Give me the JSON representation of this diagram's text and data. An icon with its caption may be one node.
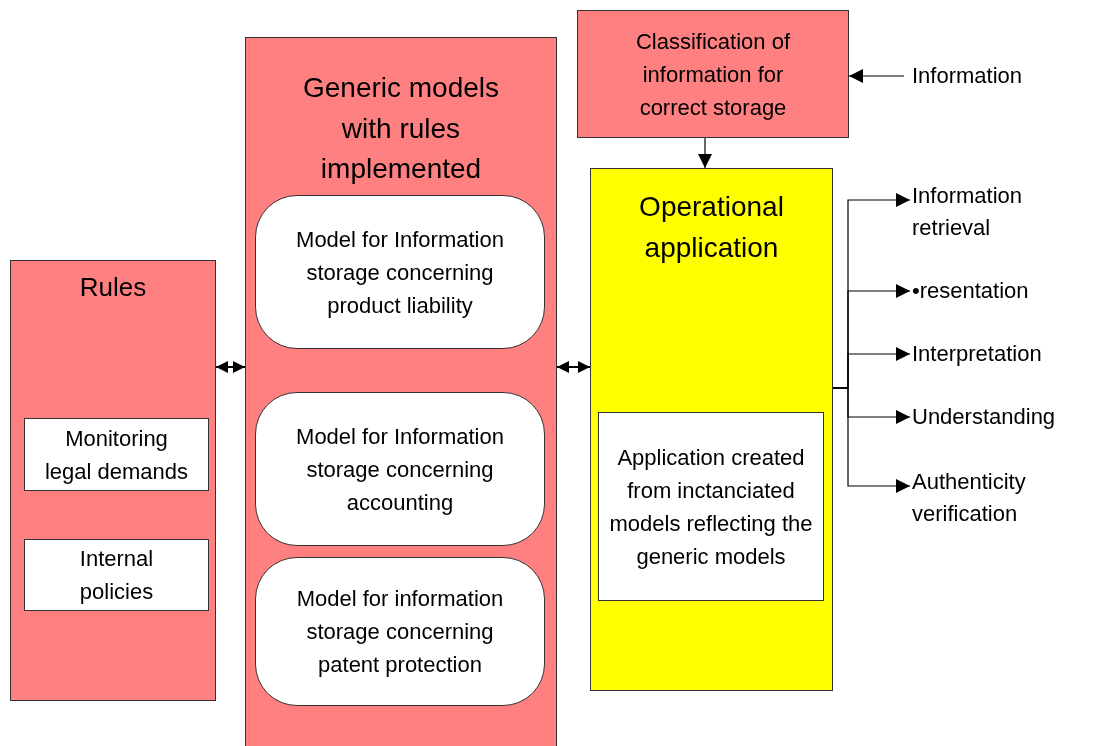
{
  "diagram": {
    "nodes": [
      {
        "text": [
          "Rules"
        ]
      },
      {
        "text": [
          "Monitoring legal demands"
        ],
        "in": 0
      },
      {
        "text": [
          "Internal policies"
        ],
        "in": 0
      },
      {
        "text": [
          "Generic models with rules implemented"
        ]
      },
      {
        "text": [
          "Model for Information storage concerning product liability"
        ],
        "in": 3
      },
      {
        "text": [
          "Model for Information storage concerning accounting"
        ],
        "in": 3
      },
      {
        "text": [
          "Model for information storage concerning patent protection"
        ],
        "in": 3
      },
      {
        "text": [
          "Classification of information for correct storage"
        ]
      },
      {
        "text": [
          "Information"
        ]
      },
      {
        "text": [
          "Operational application"
        ]
      },
      {
        "text": [
          "Application created from inctanciated models reflecting the generic models"
        ],
        "in": 9
      },
      {
        "text": [
          "Information retrieval"
        ]
      },
      {
        "text": [
          "•resentation"
        ]
      },
      {
        "text": [
          "Interpretation"
        ]
      },
      {
        "text": [
          "Understanding"
        ]
      },
      {
        "text": [
          "Authenticity verification"
        ]
      }
    ],
    "edges": [
      {
        "from": 0,
        "to": 3,
        "arrow": "both"
      },
      {
        "from": 3,
        "to": 9,
        "arrow": "both"
      },
      {
        "from": 8,
        "to": 7,
        "arrow": "to"
      },
      {
        "from": 7,
        "to": 9,
        "arrow": "to"
      },
      {
        "from": 9,
        "to": 11,
        "arrow": "to"
      },
      {
        "from": 9,
        "to": 12,
        "arrow": "to"
      },
      {
        "from": 9,
        "to": 13,
        "arrow": "to"
      },
      {
        "from": 9,
        "to": 14,
        "arrow": "to"
      },
      {
        "from": 9,
        "to": 15,
        "arrow": "to"
      }
    ]
  }
}
